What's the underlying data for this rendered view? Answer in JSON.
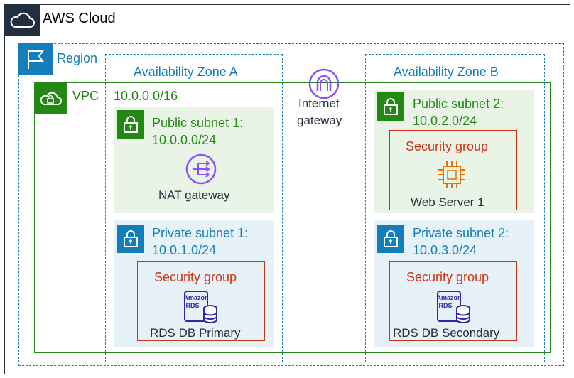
{
  "diagram": {
    "cloud": {
      "label": "AWS Cloud",
      "icon": "cloud-icon"
    },
    "region": {
      "label": "Region",
      "icon": "flag-icon"
    },
    "availability_zones": [
      {
        "label": "Availability Zone A"
      },
      {
        "label": "Availability Zone B"
      }
    ],
    "vpc": {
      "label": "VPC",
      "cidr": "10.0.0.0/16",
      "icon": "vpc-cloud-lock-icon"
    },
    "internet_gateway": {
      "line1": "Internet",
      "line2": "gateway",
      "icon": "internet-gateway-icon"
    },
    "subnets": {
      "public1": {
        "name": "Public subnet 1:",
        "cidr": "10.0.0.0/24"
      },
      "private1": {
        "name": "Private subnet 1:",
        "cidr": "10.0.1.0/24"
      },
      "public2": {
        "name": "Public subnet 2:",
        "cidr": "10.0.2.0/24"
      },
      "private2": {
        "name": "Private subnet 2:",
        "cidr": "10.0.3.0/24"
      }
    },
    "security_groups": [
      {
        "label": "Security group"
      },
      {
        "label": "Security group"
      },
      {
        "label": "Security group"
      }
    ],
    "resources": {
      "nat": {
        "label": "NAT gateway",
        "icon": "nat-gateway-icon"
      },
      "web": {
        "label": "Web Server 1",
        "icon": "ec2-instance-icon"
      },
      "rds_primary": {
        "label": "RDS DB Primary",
        "icon": "amazon-rds-icon"
      },
      "rds_secondary": {
        "label": "RDS DB Secondary",
        "icon": "amazon-rds-icon"
      }
    },
    "rds_icon_text": {
      "line1": "Amazon",
      "line2": "RDS"
    },
    "colors": {
      "cloud": "#232f3e",
      "region": "#147eba",
      "vpc": "#248814",
      "security_group": "#d13212",
      "nat": "#8c4fff",
      "ec2": "#ed7100",
      "rds": "#2e27ad"
    }
  }
}
